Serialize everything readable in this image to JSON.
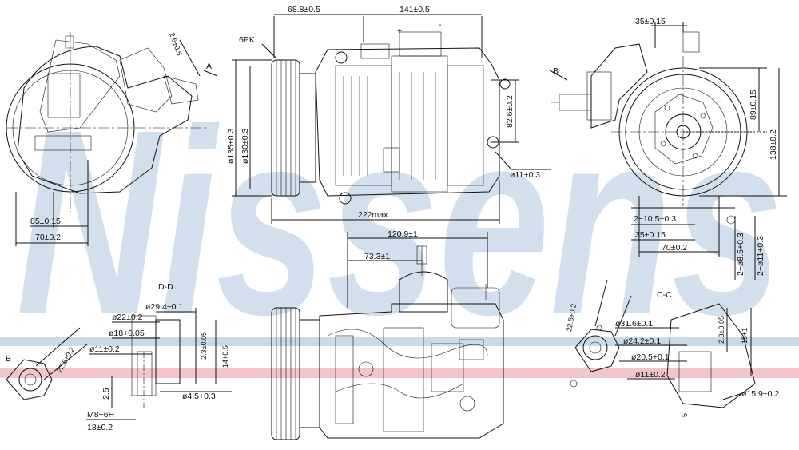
{
  "brand": {
    "watermark": "Nissens",
    "watermark_color": "#c9dbe9",
    "stripe_blue": "#c9dbe9",
    "stripe_red": "#f2c4cc"
  },
  "front_view": {
    "dim_85": "85±0.15",
    "dim_70": "70±0.2",
    "dim_2_6": "2.6±0.5",
    "label_a": "A"
  },
  "side_view": {
    "belt": "6PK",
    "dim_68_8": "68.8±0.5",
    "dim_141": "141±0.5",
    "dim_135": "ø135±0.3",
    "dim_130": "ø130±0.3",
    "dim_222": "222max",
    "dim_82_6": "82.6±0.2",
    "dim_11": "ø11+0.3",
    "plus": "+",
    "minus": "-"
  },
  "rear_view": {
    "dim_35_top": "35±0.15",
    "label_b": "B",
    "dim_89": "89±0.15",
    "dim_138": "138±0.2",
    "dim_10_5": "2−10.5+0.3",
    "dim_35_bot": "35±0.15",
    "dim_70": "70±0.2",
    "dim_8_5": "2−ø8.5+0.3",
    "dim_11_6": "2−ø11+0.3"
  },
  "bottom_view": {
    "dim_120_9": "120.9±1",
    "dim_73_3": "73.3±1"
  },
  "section_d": {
    "title": "D-D",
    "dim_29_4": "ø29.4±0.1",
    "dim_22": "ø22±0.2",
    "dim_18": "ø18+0.05",
    "dim_11": "ø11±0.2",
    "dim_2_3": "2.3±0.05",
    "dim_14": "14+0.5",
    "dim_2_5": "2.5",
    "dim_4_5": "ø4.5+0.3",
    "thread": "M8−6H",
    "depth": "18±0.2"
  },
  "detail_b": {
    "label": "B",
    "dim_22_5": "22.5±0.2"
  },
  "section_c": {
    "title": "C-C",
    "dim_22_5": "22.5±0.2",
    "dim_31_6": "ø31.6±0.1",
    "dim_24_2": "ø24.2±0.1",
    "dim_20_5": "ø20.5+0.1",
    "dim_11": "ø11±0.2",
    "dim_2_3": "2.3±0.05",
    "dim_15": "15+1",
    "dim_15_9": "ø15.9±0.2",
    "dim_5": "5"
  }
}
